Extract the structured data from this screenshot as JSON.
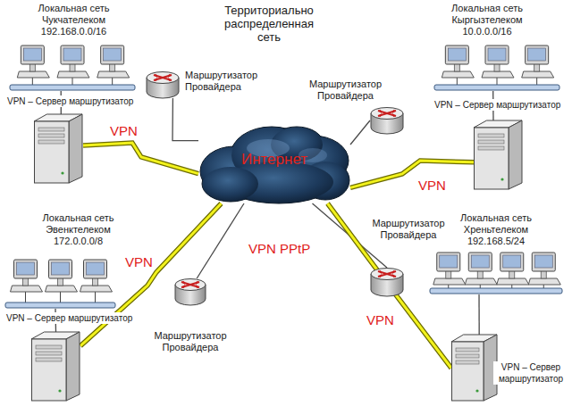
{
  "diagram": {
    "title": "Территориально распределенная сеть",
    "nodes": [
      {
        "text": [
          "Локальная сеть Чукчателеком 192.168.0.0/16"
        ]
      },
      {
        "text": [
          "Маршрутизатор Провайдера"
        ]
      },
      {
        "text": [
          "VPN – Сервер маршрутизатор"
        ]
      },
      {
        "text": [
          "Локальная сеть Кыргызтелеком 10.0.0.0/16"
        ]
      },
      {
        "text": [
          "Маршрутизатор Провайдера"
        ]
      },
      {
        "text": [
          "VPN – Сервер маршрутизатор"
        ]
      },
      {
        "text": [
          "Интернет"
        ]
      },
      {
        "text": [
          "Локальная сеть Эвенктелеком 172.0.0.0/8"
        ]
      },
      {
        "text": [
          "Маршрутизатор Провайдера"
        ]
      },
      {
        "text": [
          "VPN – Сервер маршрутизатор"
        ]
      },
      {
        "text": [
          "Локальная сеть Хреньтелеком 192.168.5/24"
        ]
      },
      {
        "text": [
          "Маршрутизатор Провайдера"
        ]
      },
      {
        "text": [
          "VPN – Сервер маршрутизатор"
        ]
      }
    ],
    "edges": [
      {
        "from": 2,
        "to": 0,
        "arrow": "none"
      },
      {
        "from": 1,
        "to": 6,
        "arrow": "none"
      },
      {
        "from": 2,
        "to": 6,
        "label": "VPN",
        "arrow": "none"
      },
      {
        "from": 4,
        "to": 6,
        "arrow": "none"
      },
      {
        "from": 5,
        "to": 3,
        "arrow": "none"
      },
      {
        "from": 5,
        "to": 6,
        "label": "VPN",
        "arrow": "none"
      },
      {
        "from": 8,
        "to": 6,
        "arrow": "none"
      },
      {
        "from": 9,
        "to": 7,
        "arrow": "none"
      },
      {
        "from": 9,
        "to": 6,
        "label": "VPN",
        "arrow": "none"
      },
      {
        "from": 11,
        "to": 6,
        "arrow": "none"
      },
      {
        "from": 12,
        "to": 10,
        "arrow": "none"
      },
      {
        "from": 12,
        "to": 6,
        "label": "VPN",
        "arrow": "none"
      }
    ],
    "labels": [
      "VPN PPtP"
    ]
  }
}
